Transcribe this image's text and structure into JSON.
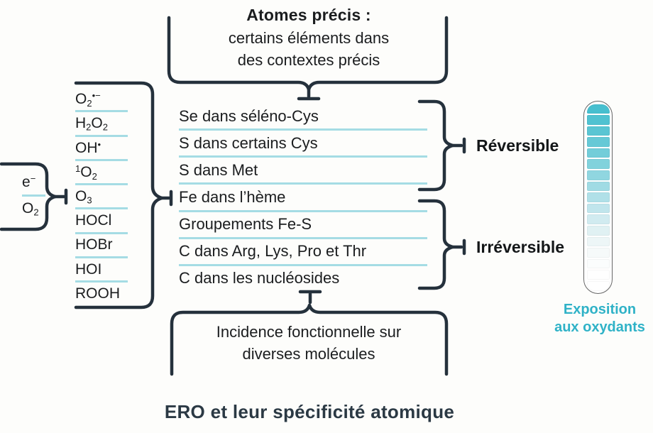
{
  "title": "ERO et leur spécificité atomique",
  "colors": {
    "bg": "#fdfdfb",
    "bracket": "#25313c",
    "text": "#1b1d1f",
    "underline": "#a5dce4",
    "accent_teal": "#2fb2c7",
    "title_color": "#2b3944",
    "bar_outline": "#666666"
  },
  "top_note": {
    "title": "Atomes précis :",
    "lines": [
      "certains éléments dans",
      "des contextes précis"
    ]
  },
  "electron_inputs": {
    "items": [
      {
        "segments": [
          {
            "t": "e"
          },
          {
            "t": "−",
            "style": "sup"
          }
        ],
        "underline": true
      },
      {
        "segments": [
          {
            "t": "O"
          },
          {
            "t": "2",
            "style": "sub"
          }
        ],
        "underline": false
      }
    ]
  },
  "ero_species": {
    "items": [
      {
        "segments": [
          {
            "t": "O"
          },
          {
            "t": "2",
            "style": "sub"
          },
          {
            "t": "•−",
            "style": "sup"
          }
        ],
        "underline": true
      },
      {
        "segments": [
          {
            "t": "H"
          },
          {
            "t": "2",
            "style": "sub"
          },
          {
            "t": "O"
          },
          {
            "t": "2",
            "style": "sub"
          }
        ],
        "underline": true
      },
      {
        "segments": [
          {
            "t": "OH"
          },
          {
            "t": "•",
            "style": "sup"
          }
        ],
        "underline": true
      },
      {
        "segments": [
          {
            "t": "1",
            "style": "sup"
          },
          {
            "t": "O"
          },
          {
            "t": "2",
            "style": "sub"
          }
        ],
        "underline": true
      },
      {
        "segments": [
          {
            "t": "O"
          },
          {
            "t": "3",
            "style": "sub"
          }
        ],
        "underline": true
      },
      {
        "segments": [
          {
            "t": "HOCl"
          }
        ],
        "underline": true
      },
      {
        "segments": [
          {
            "t": "HOBr"
          }
        ],
        "underline": true
      },
      {
        "segments": [
          {
            "t": "HOI"
          }
        ],
        "underline": true
      },
      {
        "segments": [
          {
            "t": "ROOH"
          }
        ],
        "underline": false
      }
    ]
  },
  "targets": {
    "items": [
      {
        "label": "Se dans séléno-Cys",
        "underline": true
      },
      {
        "label": "S dans certains Cys",
        "underline": true
      },
      {
        "label": "S dans Met",
        "underline": true
      },
      {
        "label": "Fe dans l’hème",
        "underline": true
      },
      {
        "label": "Groupements Fe-S",
        "underline": true
      },
      {
        "label": "C dans Arg, Lys, Pro et Thr",
        "underline": true
      },
      {
        "label": "C dans les nucléosides",
        "underline": false
      }
    ]
  },
  "labels": {
    "reversible": "Réversible",
    "irreversible": "Irréversible"
  },
  "bottom_note": {
    "lines": [
      "Incidence fonctionnelle sur",
      "diverses molécules"
    ]
  },
  "exposure_bar": {
    "label_lines": [
      "Exposition",
      "aux oxydants"
    ],
    "segment_colors": [
      "#47bfcf",
      "#50c2d1",
      "#5ac5d3",
      "#66c9d6",
      "#73cdd9",
      "#81d2dc",
      "#90d6e0",
      "#a0dbe4",
      "#b0e0e8",
      "#c0e5ec",
      "#d1ebf0",
      "#e0f1f3",
      "#edf6f7",
      "#f6fafa",
      "#fbfdfd",
      "#fefefe",
      "#ffffff"
    ]
  }
}
